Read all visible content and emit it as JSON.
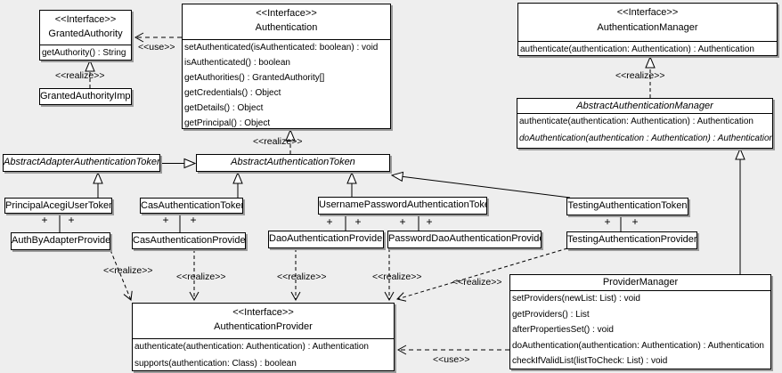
{
  "labels": {
    "realize": "&lt;&lt;realize&gt;&gt;",
    "use": "&lt;&lt;use&gt;&gt;",
    "plus": "+"
  },
  "colors": {
    "background": "#eeeeee",
    "box_fill": "#ffffff",
    "line": "#000000",
    "shadow": "#9b9b9b"
  },
  "boxes": {
    "granted_authority": {
      "stereotype": "<<Interface>>",
      "name": "GrantedAuthority",
      "methods": [
        "getAuthority() : String"
      ]
    },
    "granted_authority_impl": {
      "name": "GrantedAuthorityImpl"
    },
    "authentication": {
      "stereotype": "<<Interface>>",
      "name": "Authentication",
      "methods": [
        "setAuthenticated(isAuthenticated: boolean) : void",
        "isAuthenticated() : boolean",
        "getAuthorities() : GrantedAuthority[]",
        "getCredentials() : Object",
        "getDetails() : Object",
        "getPrincipal() : Object"
      ]
    },
    "authentication_manager": {
      "stereotype": "<<Interface>>",
      "name": "AuthenticationManager",
      "methods": [
        "authenticate(authentication: Authentication) : Authentication"
      ]
    },
    "abstract_authentication_manager": {
      "name": "AbstractAuthenticationManager",
      "methods": [
        "authenticate(authentication: Authentication) : Authentication",
        "doAuthentication(authentication : Authentication) : Authentication"
      ]
    },
    "abstract_adapter_authentication_token": {
      "name": "AbstractAdapterAuthenticationToken"
    },
    "abstract_authentication_token": {
      "name": "AbstractAuthenticationToken"
    },
    "principal_acegi_user_token": {
      "name": "PrincipalAcegiUserToken"
    },
    "cas_authentication_token": {
      "name": "CasAuthenticationToken"
    },
    "username_password_authentication_token": {
      "name": "UsernamePasswordAuthenticationToken"
    },
    "testing_authentication_token": {
      "name": "TestingAuthenticationToken"
    },
    "auth_by_adapter_provider": {
      "name": "AuthByAdapterProvider"
    },
    "cas_authentication_provider": {
      "name": "CasAuthenticationProvider"
    },
    "dao_authentication_provider": {
      "name": "DaoAuthenticationProvider"
    },
    "password_dao_authentication_provider": {
      "name": "PasswordDaoAuthenticationProvider"
    },
    "testing_authentication_provider": {
      "name": "TestingAuthenticationProvider"
    },
    "authentication_provider": {
      "stereotype": "<<Interface>>",
      "name": "AuthenticationProvider",
      "methods": [
        "authenticate(authentication: Authentication) : Authentication",
        "supports(authentication: Class) : boolean"
      ]
    },
    "provider_manager": {
      "name": "ProviderManager",
      "methods": [
        "setProviders(newList: List) : void",
        "getProviders() : List",
        "afterPropertiesSet() : void",
        "doAuthentication(authentication: Authentication) : Authentication",
        "checkIfValidList(listToCheck: List) : void"
      ]
    }
  }
}
